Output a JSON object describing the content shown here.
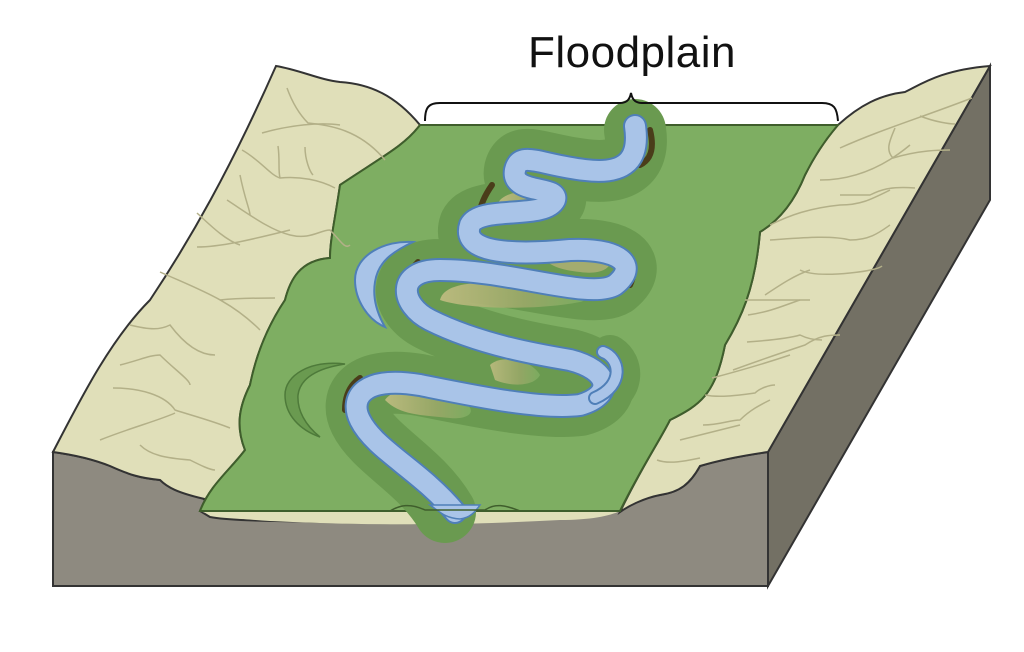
{
  "diagram": {
    "title": "Floodplain",
    "type": "block-diagram",
    "subject": "Meandering river on a floodplain between valley walls"
  },
  "labels": {
    "floodplain": "Floodplain"
  },
  "features": [
    {
      "name": "floodplain",
      "description": "flat green valley floor spanned by bracket"
    },
    {
      "name": "meandering-river",
      "description": "blue sinuous channel"
    },
    {
      "name": "oxbow-lake",
      "description": "crescent-shaped cutoff lake (blue)"
    },
    {
      "name": "abandoned-oxbow-scar",
      "description": "dry crescent meander scar"
    },
    {
      "name": "point-bars",
      "description": "yellow-olive deposits on inner bends"
    },
    {
      "name": "cut-banks",
      "description": "dark erosional edges on outer bends"
    },
    {
      "name": "valley-walls",
      "description": "tan sloping hillsides with drainage lines"
    },
    {
      "name": "bedrock-cross-section",
      "description": "gray block sides"
    }
  ],
  "colors": {
    "floodplain_green": "#7eae62",
    "levee_green": "#6a9a50",
    "water_blue": "#a9c4e8",
    "water_outline": "#4f7fb8",
    "hillside_tan": "#e0dfb9",
    "hillside_lines": "#b3b088",
    "point_bar": "#b7b27a",
    "block_front": "#8e8a80",
    "block_side": "#737064",
    "cutbank_dark": "#4a3d1a",
    "outline": "#333333"
  }
}
